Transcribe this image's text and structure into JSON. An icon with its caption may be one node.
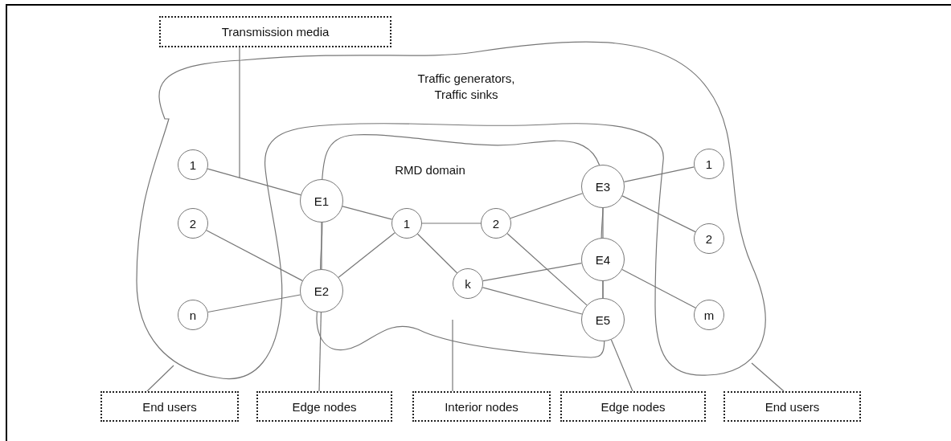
{
  "diagram": {
    "nodes": [
      {
        "text": [
          "Transmission media"
        ]
      },
      {
        "text": [
          "Traffic generators, Traffic sinks"
        ]
      },
      {
        "text": [
          "1"
        ],
        "in": 1
      },
      {
        "text": [
          "2"
        ],
        "in": 1
      },
      {
        "text": [
          "n"
        ],
        "in": 1
      },
      {
        "text": [
          "RMD domain"
        ]
      },
      {
        "text": [
          "E1"
        ],
        "in": 5
      },
      {
        "text": [
          "E2"
        ],
        "in": 5
      },
      {
        "text": [
          "1"
        ],
        "in": 5
      },
      {
        "text": [
          "2"
        ],
        "in": 5
      },
      {
        "text": [
          "k"
        ],
        "in": 5
      },
      {
        "text": [
          "E3"
        ],
        "in": 5
      },
      {
        "text": [
          "E4"
        ],
        "in": 5
      },
      {
        "text": [
          "E5"
        ],
        "in": 5
      },
      {
        "text": [
          "1"
        ],
        "in": 1
      },
      {
        "text": [
          "2"
        ],
        "in": 1
      },
      {
        "text": [
          "m"
        ],
        "in": 1
      },
      {
        "text": [
          "End users"
        ]
      },
      {
        "text": [
          "Edge nodes"
        ]
      },
      {
        "text": [
          "Interior nodes"
        ]
      },
      {
        "text": [
          "Edge nodes"
        ]
      },
      {
        "text": [
          "End users"
        ]
      }
    ],
    "edges": [
      {
        "from": 2,
        "to": 6,
        "arrow": "none"
      },
      {
        "from": 3,
        "to": 7,
        "arrow": "none"
      },
      {
        "from": 4,
        "to": 7,
        "arrow": "none"
      },
      {
        "from": 6,
        "to": 7,
        "arrow": "none"
      },
      {
        "from": 6,
        "to": 8,
        "arrow": "none"
      },
      {
        "from": 7,
        "to": 8,
        "arrow": "none"
      },
      {
        "from": 8,
        "to": 9,
        "arrow": "none"
      },
      {
        "from": 8,
        "to": 10,
        "arrow": "none"
      },
      {
        "from": 9,
        "to": 11,
        "arrow": "none"
      },
      {
        "from": 9,
        "to": 13,
        "arrow": "none"
      },
      {
        "from": 10,
        "to": 12,
        "arrow": "none"
      },
      {
        "from": 10,
        "to": 13,
        "arrow": "none"
      },
      {
        "from": 11,
        "to": 14,
        "arrow": "none"
      },
      {
        "from": 11,
        "to": 15,
        "arrow": "none"
      },
      {
        "from": 11,
        "to": 12,
        "arrow": "none"
      },
      {
        "from": 12,
        "to": 13,
        "arrow": "none"
      },
      {
        "from": 12,
        "to": 16,
        "arrow": "none"
      },
      {
        "from": 0,
        "to": null,
        "arrow": "none"
      },
      {
        "from": 17,
        "to": 1,
        "arrow": "none"
      },
      {
        "from": 18,
        "to": 7,
        "arrow": "none"
      },
      {
        "from": 19,
        "to": null,
        "arrow": "none"
      },
      {
        "from": 20,
        "to": 13,
        "arrow": "none"
      },
      {
        "from": 21,
        "to": 1,
        "arrow": "none"
      }
    ]
  }
}
